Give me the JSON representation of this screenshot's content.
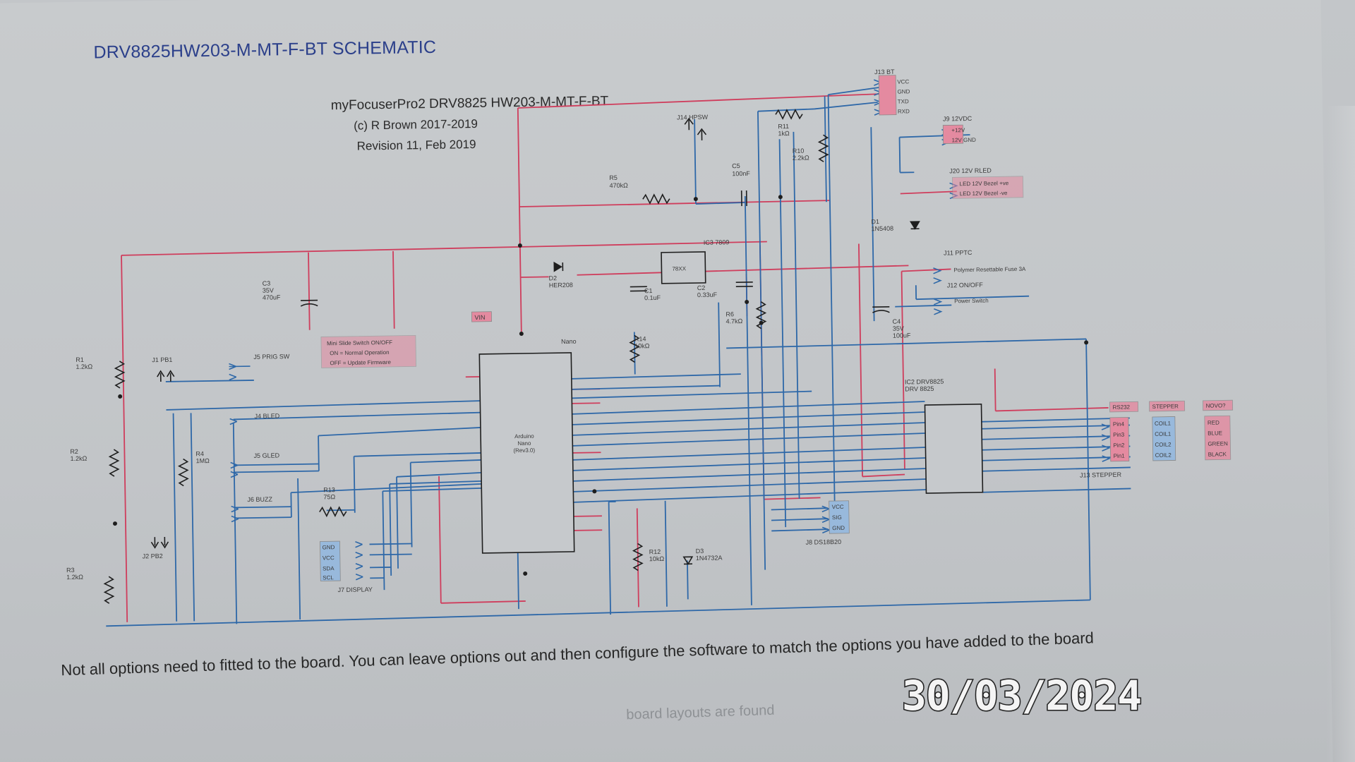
{
  "page": {
    "title": "DRV8825HW203-M-MT-F-BT SCHEMATIC",
    "schematic_title": "myFocuserPro2 DRV8825 HW203-M-MT-F-BT",
    "copyright": "(c) R Brown 2017-2019",
    "revision": "Revision 11, Feb 2019",
    "footer_note": "Not all options need to fitted to the board. You can leave options out and then configure the software to match the options you have added to the board",
    "footer_partial": "board layouts are found",
    "date_stamp": "30/03/2024"
  },
  "colors": {
    "title_blue": "#2b3f8a",
    "wire_red": "#cf3d5c",
    "wire_blue": "#2e68a8",
    "component_black": "#1e1e1e",
    "connector_pink": "#e48aa0",
    "connector_blue": "#98b9dc"
  },
  "components": {
    "j13": "J13 BT",
    "j13_pins": [
      "VCC",
      "GND",
      "TXD",
      "RXD"
    ],
    "j14": "J14 HPSW",
    "r11": "R11",
    "r11_val": "1kΩ",
    "r10": "R10",
    "r10_val": "2.2kΩ",
    "c5": "C5",
    "c5_val": "100nF",
    "r5": "R5",
    "r5_val": "470kΩ",
    "j9": "J9 12VDC",
    "j9_pins": [
      "+12V",
      "12V GND"
    ],
    "j20": "J20 12V RLED",
    "j20_pins": [
      "LED 12V Bezel +ve",
      "LED 12V Bezel -ve"
    ],
    "d1": "D1",
    "d1_val": "1N5408",
    "ic3": "IC3 7809",
    "ic3_body": "78XX",
    "d2": "D2",
    "d2_val": "HER208",
    "c1": "C1",
    "c1_val": "0.1uF",
    "c2": "C2",
    "c2_val": "0.33uF",
    "r6": "R6",
    "r6_val": "4.7kΩ",
    "j11": "J11 PPTC",
    "j11_desc": "Polymer Resettable Fuse 3A",
    "j12": "J12 ON/OFF",
    "j12_desc": "Power Switch",
    "c3": "C3",
    "c3_val1": "35V",
    "c3_val2": "470uF",
    "c4": "C4",
    "c4_val1": "35V",
    "c4_val2": "100uF",
    "vin": "VIN",
    "nano_lbl": "Nano",
    "nano_body1": "Arduino",
    "nano_body2": "Nano",
    "nano_body3": "(Rev3.0)",
    "r14": "R14",
    "r14_val": "10kΩ",
    "mini_switch": [
      "Mini Slide Switch ON/OFF",
      "ON = Normal Operation",
      "OFF = Update Firmware"
    ],
    "j5": "J5 PRIG SW",
    "r1": "R1",
    "r1_val": "1.2kΩ",
    "j1": "J1 PB1",
    "r2": "R2",
    "r2_val": "1.2kΩ",
    "r4": "R4",
    "r4_val": "1MΩ",
    "r3": "R3",
    "r3_val": "1.2kΩ",
    "j2": "J2 PB2",
    "j4": "J4 BLED",
    "j5g": "J5 GLED",
    "j6": "J6 BUZZ",
    "r13": "R13",
    "r13_val": "75Ω",
    "j7": "J7 DISPLAY",
    "j7_pins": [
      "GND",
      "VCC",
      "SDA",
      "SCL"
    ],
    "ic2": "IC2 DRV8825",
    "ic2_body": "DRV 8825",
    "j8": "J8 DS18B20",
    "j8_pins": [
      "VCC",
      "SIG",
      "GND"
    ],
    "r12": "R12",
    "r12_val": "10kΩ",
    "d3": "D3",
    "d3_val": "1N4732A",
    "stepper_headers": [
      "RS232",
      "STEPPER",
      "NOVO?"
    ],
    "stepper_col1": [
      "Pin4",
      "Pin3",
      "Pin2",
      "Pin1"
    ],
    "stepper_col2": [
      "COIL1",
      "COIL1",
      "COIL2",
      "COIL2"
    ],
    "stepper_col3": [
      "RED",
      "BLUE",
      "GREEN",
      "BLACK"
    ],
    "j3": "J13 STEPPER"
  }
}
